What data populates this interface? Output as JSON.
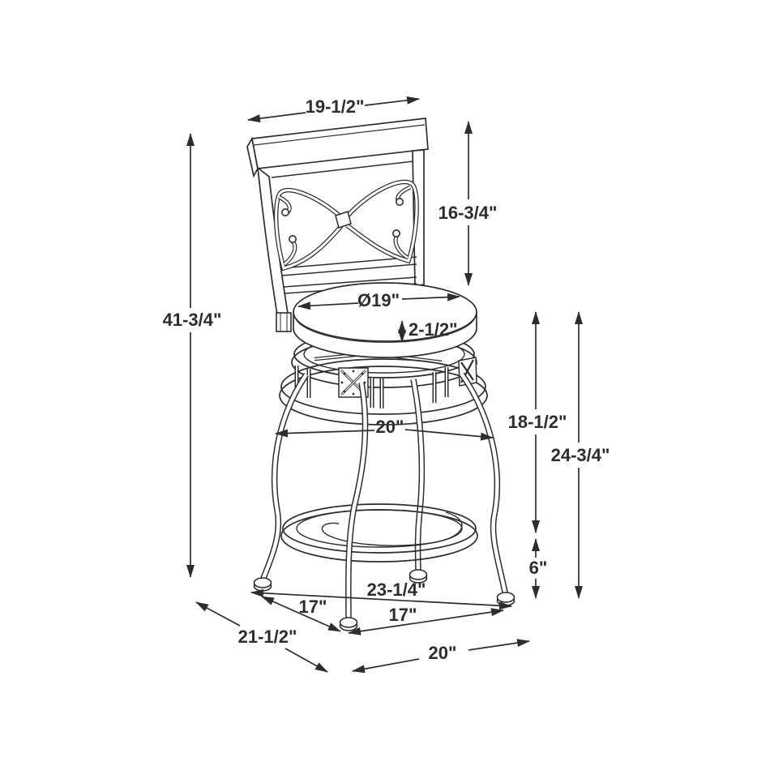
{
  "page": {
    "background": "#ffffff"
  },
  "diagram": {
    "subject": "Swivel bar stool with scroll back - dimensional line drawing",
    "style": "black line art on white",
    "units": "inches",
    "line_color": "#2d2d2d",
    "label_color": "#2d2d2d",
    "dimensions": {
      "back_top_width": "19-1/2\"",
      "back_panel_height": "16-3/4\"",
      "seat_diameter": "Ø19\"",
      "seat_thickness": "2-1/2\"",
      "overall_height": "41-3/4\"",
      "leg_spread_width": "20\"",
      "seat_to_footrest": "18-1/2\"",
      "floor_to_seat_frame": "24-3/4\"",
      "footrest_height": "6\"",
      "feet_diagonal": "23-1/4\"",
      "foot_span_left": "17\"",
      "foot_span_right": "17\"",
      "base_depth": "21-1/2\"",
      "base_width": "20\""
    }
  }
}
